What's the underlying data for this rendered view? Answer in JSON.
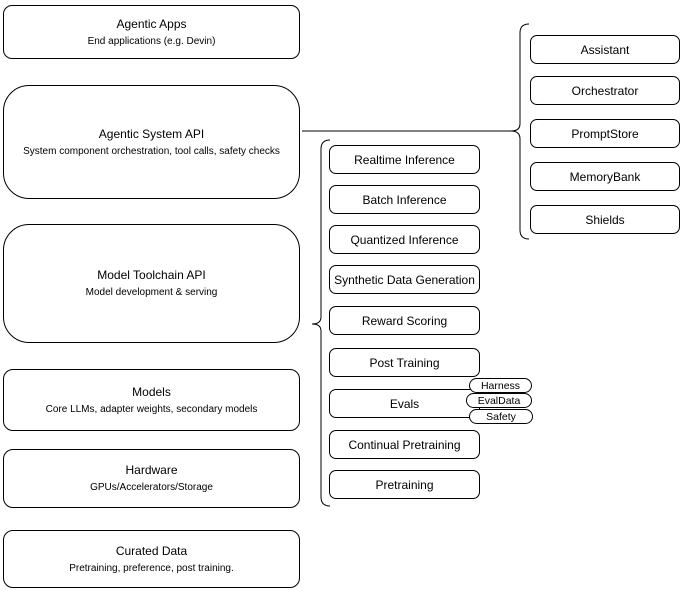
{
  "diagram": {
    "colors": {
      "background": "#ffffff",
      "stroke": "#000000",
      "fill": "#ffffff",
      "text": "#000000"
    },
    "left_stack": [
      {
        "title": "Agentic Apps",
        "subtitle": "End applications (e.g. Devin)"
      },
      {
        "title": "Agentic System API",
        "subtitle": "System component orchestration, tool calls, safety checks"
      },
      {
        "title": "Model Toolchain API",
        "subtitle": "Model development & serving"
      },
      {
        "title": "Models",
        "subtitle": "Core LLMs, adapter weights, secondary models"
      },
      {
        "title": "Hardware",
        "subtitle": "GPUs/Accelerators/Storage"
      },
      {
        "title": "Curated Data",
        "subtitle": "Pretraining, preference, post training."
      }
    ],
    "toolchain_services": [
      "Realtime Inference",
      "Batch Inference",
      "Quantized Inference",
      "Synthetic Data Generation",
      "Reward Scoring",
      "Post Training",
      "Evals",
      "Continual Pretraining",
      "Pretraining"
    ],
    "eval_tags": [
      "Harness",
      "EvalData",
      "Safety"
    ],
    "system_components": [
      "Assistant",
      "Orchestrator",
      "PromptStore",
      "MemoryBank",
      "Shields"
    ]
  }
}
